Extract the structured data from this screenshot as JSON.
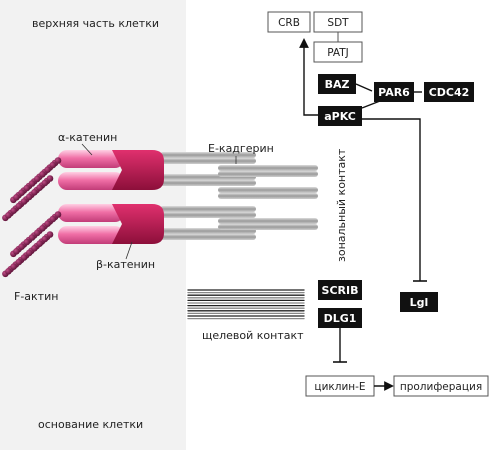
{
  "labels": {
    "top": "верхняя часть клетки",
    "bottom": "основание клетки",
    "alpha_catenin": "α-катенин",
    "beta_catenin": "β-катенин",
    "f_actin": "F-актин",
    "e_cadherin": "E-кадгерин",
    "zonal_contact": "зональный контакт",
    "gap_junction": "щелевой контакт"
  },
  "genes": {
    "crb": "CRB",
    "sdt": "SDT",
    "patj": "PATJ",
    "baz": "BAZ",
    "par6": "PAR6",
    "cdc42": "CDC42",
    "apkc": "aPKC",
    "scrib": "SCRIB",
    "dlg1": "DLG1",
    "lgl": "Lgl",
    "cyclin_e": "циклин-E",
    "proliferation": "пролиферация"
  },
  "colors": {
    "panel_left": "#f2f2f2",
    "actin": "#7a1f4e",
    "alpha": "#f06fa6",
    "beta": "#b0164d",
    "dark_box": "#111111"
  }
}
